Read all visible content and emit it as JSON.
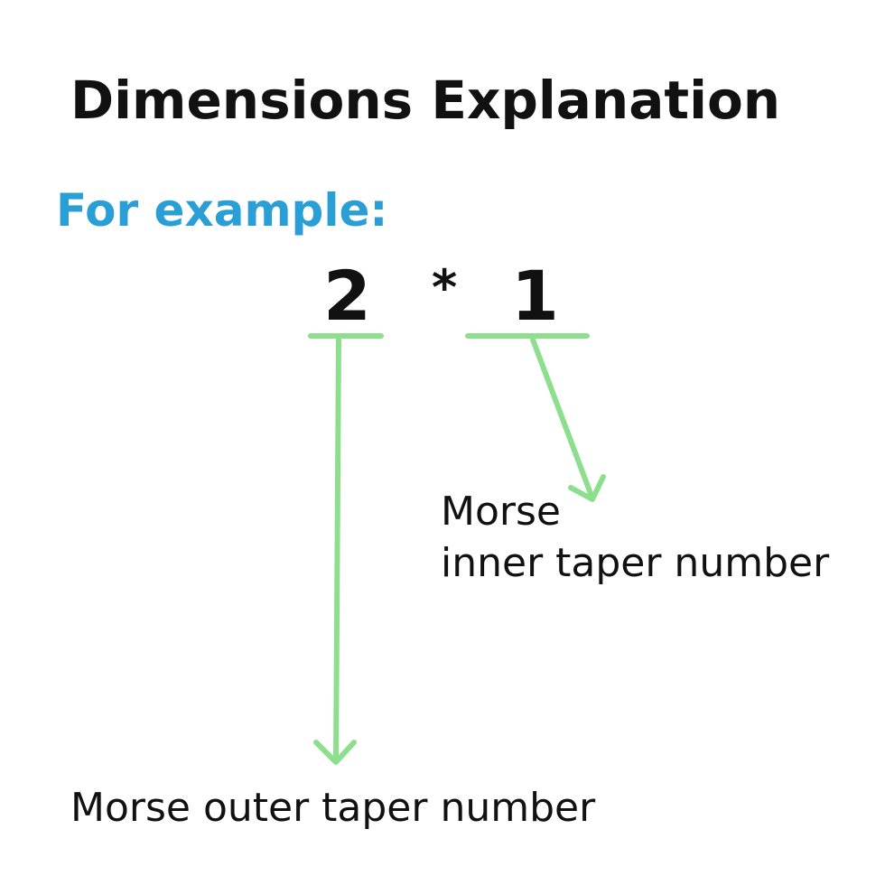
{
  "title": "Dimensions Explanation",
  "example_label": "For example:",
  "example": {
    "outer_value": "2",
    "separator": "*",
    "inner_value": "1"
  },
  "labels": {
    "inner_line1": "Morse",
    "inner_line2": "inner taper number",
    "outer": "Morse outer taper number"
  },
  "colors": {
    "accent_blue": "#2a9fd6",
    "arrow_green": "#8ddf8d",
    "text": "#111111"
  }
}
